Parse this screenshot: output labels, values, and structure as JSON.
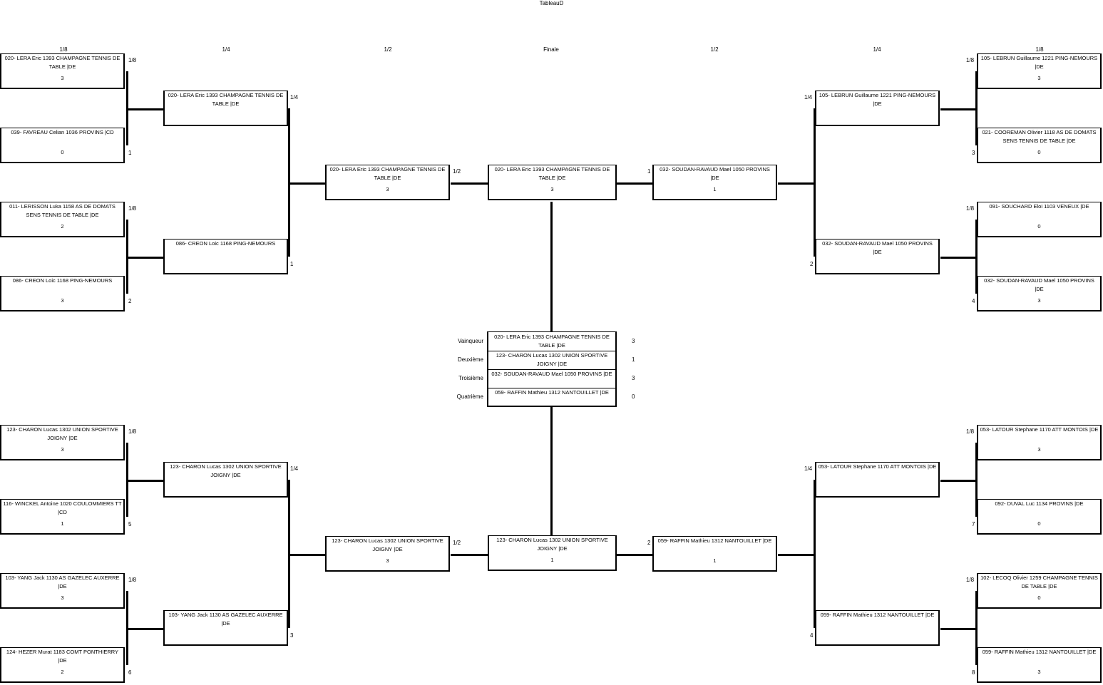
{
  "title": "TableauD",
  "round_labels": [
    "1/8",
    "1/4",
    "1/2",
    "Finale",
    "1/2",
    "1/4",
    "1/8"
  ],
  "boxes": [
    {
      "id": "L8a",
      "name": "020- LERA Eric 1393 CHAMPAGNE TENNIS DE TABLE |DE",
      "score": "3"
    },
    {
      "id": "L8b",
      "name": "039- FAVREAU Celian 1036 PROVINS |CD",
      "score": "0"
    },
    {
      "id": "L8c",
      "name": "011- LERISSON Luka 1158 AS DE DOMATS SENS TENNIS DE TABLE |DE",
      "score": "2"
    },
    {
      "id": "L8d",
      "name": "086- CREON Loic 1168 PING-NEMOURS",
      "score": "3"
    },
    {
      "id": "L8e",
      "name": "123- CHARON Lucas 1302 UNION SPORTIVE JOIGNY |DE",
      "score": "3"
    },
    {
      "id": "L8f",
      "name": "116- WINCKEL Antoine 1020 COULOMMIERS TT |CD",
      "score": "1"
    },
    {
      "id": "L8g",
      "name": "103- YANG Jack 1130 AS GAZELEC AUXERRE |DE",
      "score": "3"
    },
    {
      "id": "L8h",
      "name": "124- HEZER Murat 1183 COMT PONTHIERRY |DE",
      "score": "2"
    },
    {
      "id": "L4a",
      "name": "020- LERA Eric 1393 CHAMPAGNE TENNIS DE TABLE |DE",
      "score": ""
    },
    {
      "id": "L4b",
      "name": "086- CREON Loic 1168 PING-NEMOURS",
      "score": ""
    },
    {
      "id": "L4c",
      "name": "123- CHARON Lucas 1302 UNION SPORTIVE JOIGNY |DE",
      "score": ""
    },
    {
      "id": "L4d",
      "name": "103- YANG Jack 1130 AS GAZELEC AUXERRE |DE",
      "score": ""
    },
    {
      "id": "L2a",
      "name": "020- LERA Eric 1393 CHAMPAGNE TENNIS DE TABLE |DE",
      "score": "3"
    },
    {
      "id": "L2b",
      "name": "123- CHARON Lucas 1302 UNION SPORTIVE JOIGNY |DE",
      "score": "3"
    },
    {
      "id": "Fa",
      "name": "020- LERA Eric 1393 CHAMPAGNE TENNIS DE TABLE |DE",
      "score": "3"
    },
    {
      "id": "Fb",
      "name": "123- CHARON Lucas 1302 UNION SPORTIVE JOIGNY |DE",
      "score": "1"
    },
    {
      "id": "R2a",
      "name": "032- SOUDAN-RAVAUD Mael 1050 PROVINS |DE",
      "score": "1"
    },
    {
      "id": "R2b",
      "name": "059- RAFFIN Mathieu 1312 NANTOUILLET |DE",
      "score": "1"
    },
    {
      "id": "R4a",
      "name": "105- LEBRUN Guillaume 1221 PING-NEMOURS |DE",
      "score": ""
    },
    {
      "id": "R4b",
      "name": "032- SOUDAN-RAVAUD Mael 1050 PROVINS |DE",
      "score": ""
    },
    {
      "id": "R4c",
      "name": "053- LATOUR Stephane 1170 ATT MONTOIS |DE",
      "score": ""
    },
    {
      "id": "R4d",
      "name": "059- RAFFIN Mathieu 1312 NANTOUILLET |DE",
      "score": ""
    },
    {
      "id": "R8a",
      "name": "105- LEBRUN Guillaume 1221 PING-NEMOURS |DE",
      "score": "3"
    },
    {
      "id": "R8b",
      "name": "021- COOREMAN Olivier 1118 AS DE DOMATS SENS TENNIS DE TABLE |DE",
      "score": "0"
    },
    {
      "id": "R8c",
      "name": "091- SOUCHARD Eloi 1103 VENEUX |DE",
      "score": "0"
    },
    {
      "id": "R8d",
      "name": "032- SOUDAN-RAVAUD Mael 1050 PROVINS |DE",
      "score": "3"
    },
    {
      "id": "R8e",
      "name": "053- LATOUR Stephane 1170 ATT MONTOIS |DE",
      "score": "3"
    },
    {
      "id": "R8f",
      "name": "092- DUVAL Luc 1134 PROVINS |DE",
      "score": "0"
    },
    {
      "id": "R8g",
      "name": "102- LECOQ Olivier 1259 CHAMPAGNE TENNIS DE TABLE |DE",
      "score": "0"
    },
    {
      "id": "R8h",
      "name": "059- RAFFIN Mathieu 1312 NANTOUILLET |DE",
      "score": "3"
    }
  ],
  "side_labels": [
    "1/8",
    "1",
    "1/8",
    "2",
    "1/8",
    "5",
    "1/8",
    "6",
    "1/4",
    "1",
    "1/4",
    "3",
    "1/2",
    "1/2",
    "1",
    "2",
    "1/4",
    "2",
    "1/4",
    "4",
    "1/8",
    "3",
    "1/8",
    "4",
    "1/8",
    "7",
    "1/8",
    "8"
  ],
  "podium": [
    {
      "label": "Vainqueur",
      "name": "020- LERA Eric 1393 CHAMPAGNE TENNIS DE TABLE |DE",
      "score": "3"
    },
    {
      "label": "Deuxième",
      "name": "123- CHARON Lucas 1302 UNION SPORTIVE JOIGNY |DE",
      "score": "1"
    },
    {
      "label": "Troisième",
      "name": "032- SOUDAN-RAVAUD Mael 1050 PROVINS |DE",
      "score": "3"
    },
    {
      "label": "Quatrième",
      "name": "059- RAFFIN Mathieu 1312 NANTOUILLET |DE",
      "score": "0"
    }
  ]
}
